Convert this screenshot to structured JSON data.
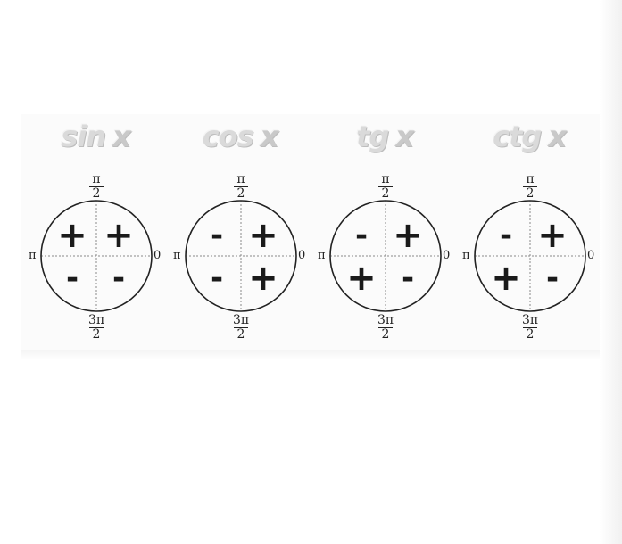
{
  "functions": [
    {
      "func": "sin",
      "var": "x",
      "q1": "+",
      "q2": "+",
      "q3": "-",
      "q4": "-"
    },
    {
      "func": "cos",
      "var": "x",
      "q1": "+",
      "q2": "-",
      "q3": "-",
      "q4": "+"
    },
    {
      "func": "tg",
      "var": "x",
      "q1": "+",
      "q2": "-",
      "q3": "+",
      "q4": "-"
    },
    {
      "func": "ctg",
      "var": "x",
      "q1": "+",
      "q2": "-",
      "q3": "+",
      "q4": "-"
    }
  ],
  "axis_labels": {
    "top_num": "π",
    "top_den": "2",
    "bottom_num": "3π",
    "bottom_den": "2",
    "left": "π",
    "right": "0"
  }
}
